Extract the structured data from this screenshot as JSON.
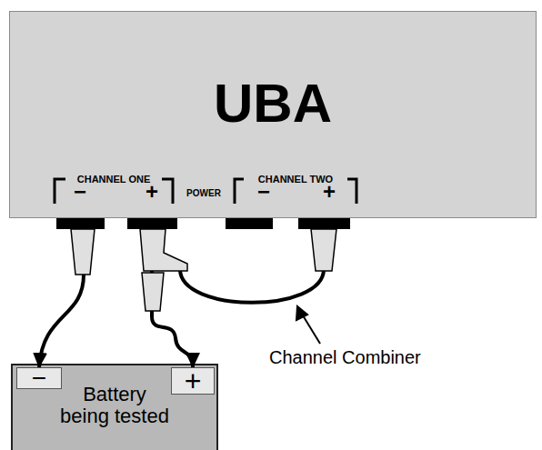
{
  "diagram": {
    "nodes": [
      {
        "text": [
          "UBA"
        ]
      },
      {
        "text": [
          "Battery being tested"
        ]
      },
      {
        "text": [
          "−"
        ],
        "in": 1
      },
      {
        "text": [
          "+"
        ],
        "in": 1
      }
    ],
    "edges": [
      {
        "from": 0,
        "to": 2,
        "arrow": "to"
      },
      {
        "from": 0,
        "to": 3,
        "arrow": "to"
      }
    ],
    "labels": [
      "CHANNEL ONE",
      "−",
      "+",
      "POWER",
      "CHANNEL TWO",
      "−",
      "+",
      "Channel Combiner"
    ]
  }
}
